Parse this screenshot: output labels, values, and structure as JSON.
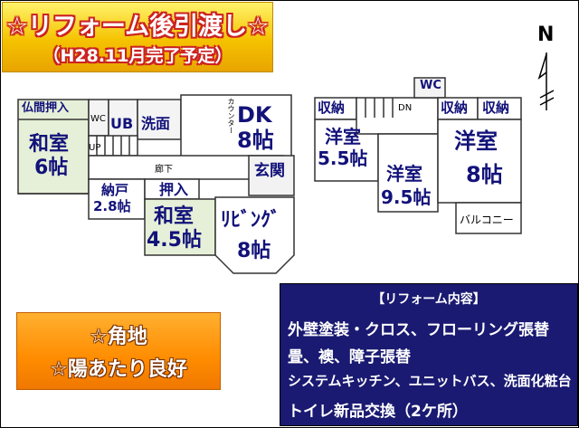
{
  "banner": {
    "line1": "☆リフォーム後引渡し☆",
    "line2": "（H28.11月完了予定）"
  },
  "compass": {
    "north_label": "N"
  },
  "floor1": {
    "butsuma_oshiire": "仏間押入",
    "washitsu6_name": "和室",
    "washitsu6_size": "6帖",
    "wc": "WC",
    "ub": "UB",
    "senmen": "洗面",
    "up": "UP",
    "rouka": "廊下",
    "dk_name": "DK",
    "dk_size": "8帖",
    "counter": "カウンター",
    "genkan": "玄関",
    "nando_name": "納戸",
    "nando_size": "2.8帖",
    "oshiire": "押入",
    "washitsu45_name": "和室",
    "washitsu45_size": "4.5帖",
    "living_name": "ﾘﾋﾞﾝｸﾞ",
    "living_size": "8帖"
  },
  "floor2": {
    "shuno_left": "収納",
    "wc": "WC",
    "dn": "DN",
    "shuno_right1": "収納",
    "shuno_right2": "収納",
    "youshitsu55_name": "洋室",
    "youshitsu55_size": "5.5帖",
    "youshitsu95_name": "洋室",
    "youshitsu95_size": "9.5帖",
    "youshitsu8_name": "洋室",
    "youshitsu8_size": "8帖",
    "balcony": "バルコニー"
  },
  "features": {
    "line1": "☆角地",
    "line2": "☆陽あたり良好"
  },
  "reform": {
    "title": "【リフォーム内容】",
    "line1": "外壁塗装・クロス、フローリング張替",
    "line2": "畳、襖、障子張替",
    "line3": "システムキッチン、ユニットバス、洗面化粧台",
    "line4": "トイレ新品交換（2ケ所）"
  },
  "colors": {
    "banner_text_outline": "#cc2222",
    "banner_bg": "#f5c200",
    "room_label": "#12127a",
    "feature_bg": "#ff8c00",
    "reform_bg": "#1a1a72",
    "tatami_bg": "#e6f0d8"
  }
}
